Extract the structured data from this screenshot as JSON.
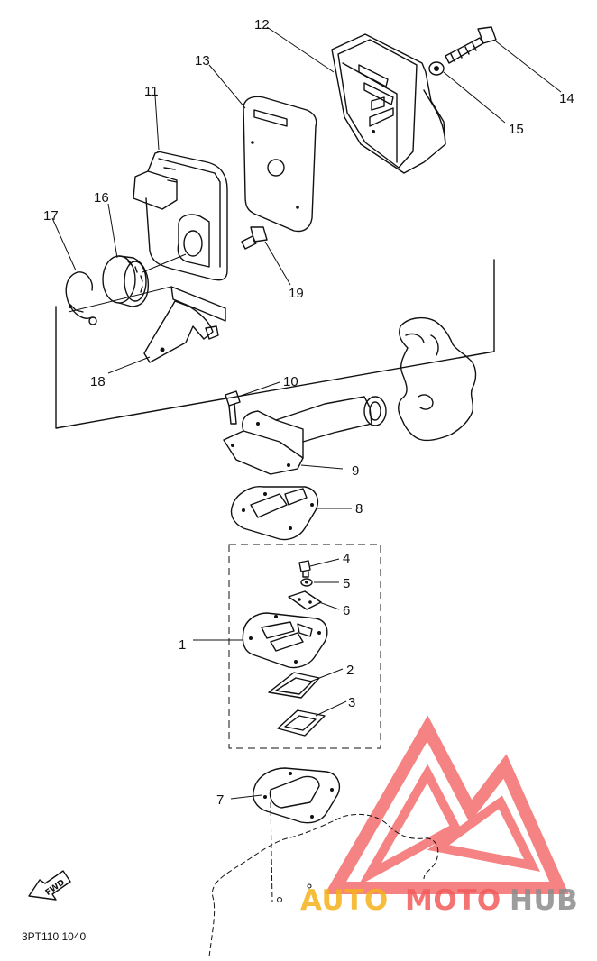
{
  "diagram": {
    "part_numbers": {
      "p1": "1",
      "p2": "2",
      "p3": "3",
      "p4": "4",
      "p5": "5",
      "p6": "6",
      "p7": "7",
      "p8": "8",
      "p9": "9",
      "p10": "10",
      "p11": "11",
      "p12": "12",
      "p13": "13",
      "p14": "14",
      "p15": "15",
      "p16": "16",
      "p17": "17",
      "p18": "18",
      "p19": "19"
    },
    "direction_label": "FWD",
    "figure_code": "3PT110 1040"
  },
  "watermark": {
    "brand_part1": "AUTO",
    "brand_part2": "MOTO",
    "brand_part3": "HUB",
    "color_orange": "#f5b21a",
    "color_red": "#ef5f5f",
    "color_gray": "#8c8c8c"
  }
}
